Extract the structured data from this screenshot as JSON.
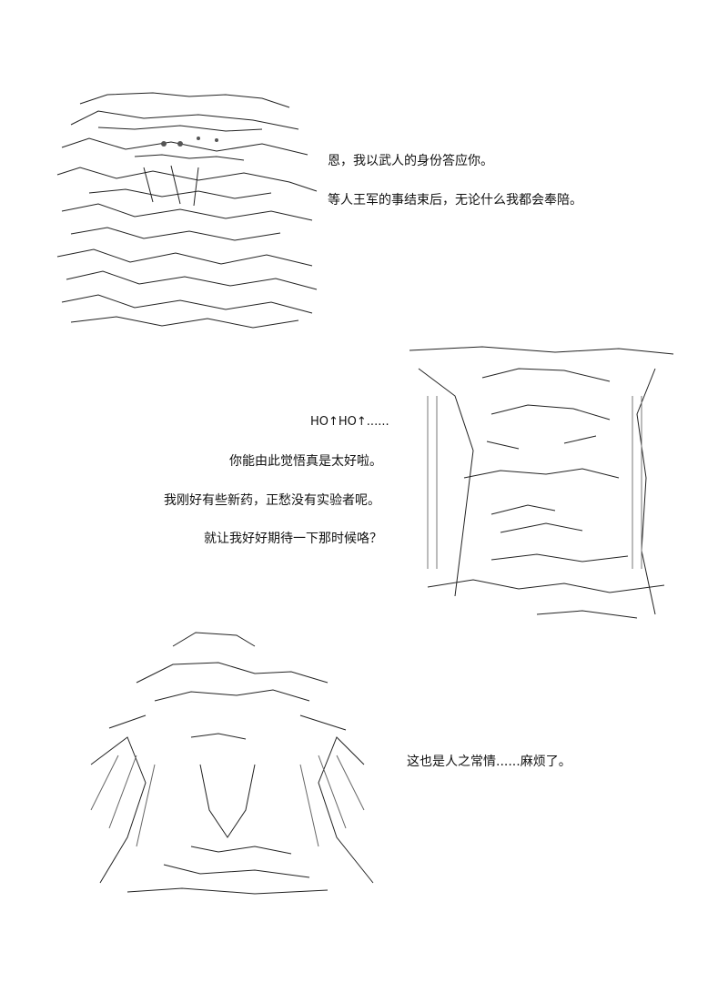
{
  "panels": [
    {
      "id": "warrior",
      "lines": [
        "恩，我以武人的身份答应你。",
        "等人王军的事结束后，无论什么我都会奉陪。"
      ]
    },
    {
      "id": "girl",
      "lines": [
        "HO↑HO↑......",
        "你能由此觉悟真是太好啦。",
        "我刚好有些新药，正愁没有实验者呢。",
        "就让我好好期待一下那时候咯？"
      ]
    },
    {
      "id": "figure",
      "lines": [
        "这也是人之常情......麻烦了。"
      ]
    }
  ],
  "colors": {
    "ink": "#111111",
    "background": "#ffffff"
  }
}
